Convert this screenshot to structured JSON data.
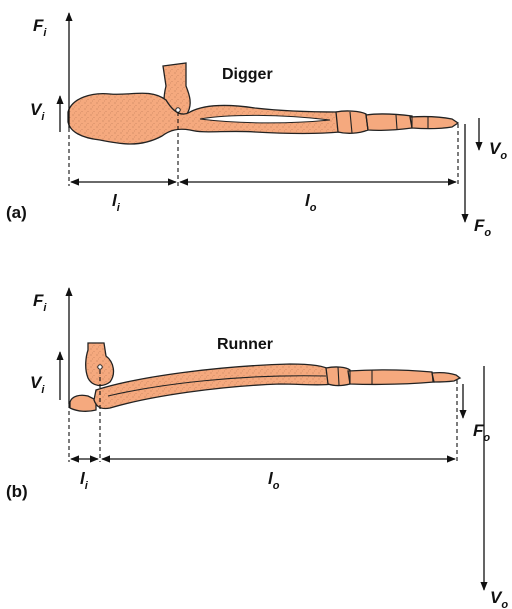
{
  "panel_a": {
    "tag": "(a)",
    "title": "Digger",
    "fi": {
      "main": "F",
      "sub": "i"
    },
    "vi": {
      "main": "V",
      "sub": "i"
    },
    "vo": {
      "main": "V",
      "sub": "o"
    },
    "fo": {
      "main": "F",
      "sub": "o"
    },
    "li": {
      "main": "l",
      "sub": "i"
    },
    "lo": {
      "main": "l",
      "sub": "o"
    }
  },
  "panel_b": {
    "tag": "(b)",
    "title": "Runner",
    "fi": {
      "main": "F",
      "sub": "i"
    },
    "vi": {
      "main": "V",
      "sub": "i"
    },
    "vo": {
      "main": "V",
      "sub": "o"
    },
    "fo": {
      "main": "F",
      "sub": "o"
    },
    "li": {
      "main": "l",
      "sub": "i"
    },
    "lo": {
      "main": "l",
      "sub": "o"
    }
  },
  "colors": {
    "bone_fill": "#f5a97e",
    "outline": "#222222"
  }
}
